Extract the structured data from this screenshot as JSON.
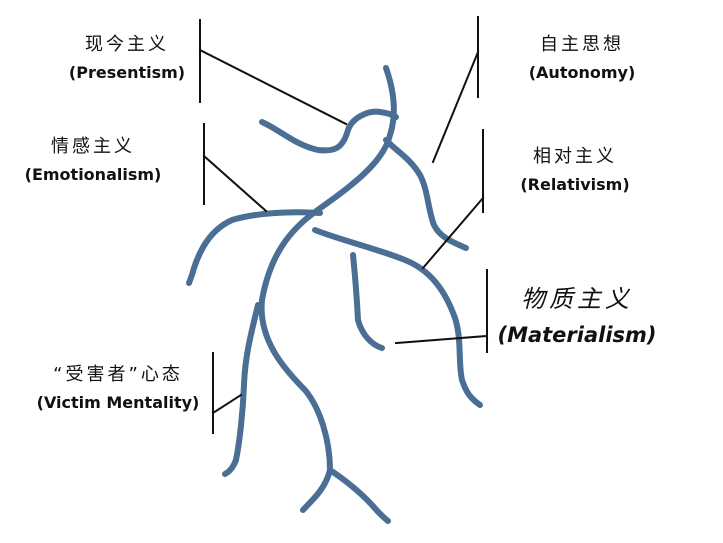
{
  "diagram": {
    "branch_color": "#4a6e94",
    "line_color": "#111111",
    "labels": [
      {
        "zh": "现今主义",
        "en": "(Presentism)"
      },
      {
        "zh": "情感主义",
        "en": "(Emotionalism)"
      },
      {
        "zh": "“受害者”心态",
        "en": "(Victim Mentality)"
      },
      {
        "zh": "自主思想",
        "en": "(Autonomy)"
      },
      {
        "zh": "相对主义",
        "en": "(Relativism)"
      },
      {
        "zh": "物质主义",
        "en": "(Materialism)"
      }
    ]
  }
}
